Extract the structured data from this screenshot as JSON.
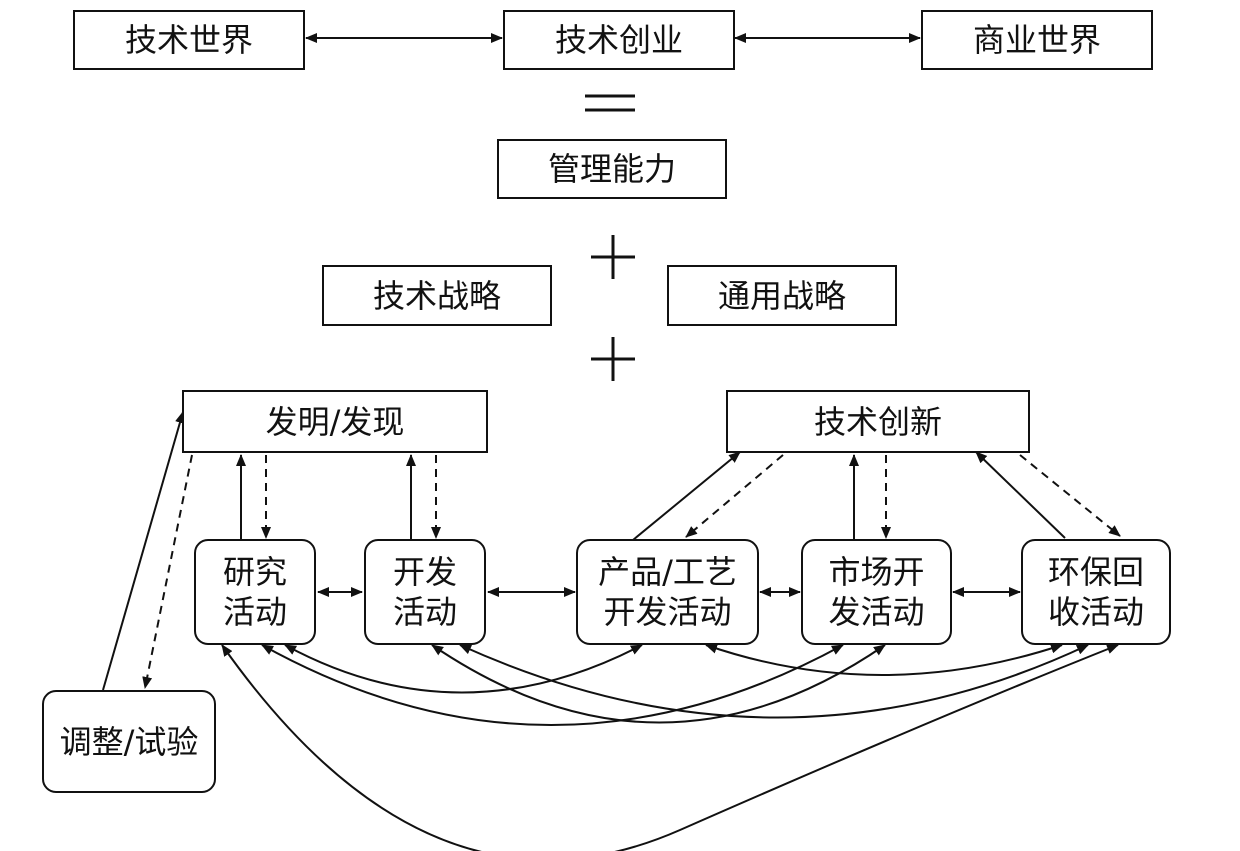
{
  "nodes": {
    "tech_world": "技术世界",
    "tech_venture": "技术创业",
    "business_world": "商业世界",
    "management": "管理能力",
    "tech_strategy": "技术战略",
    "general_strategy": "通用战略",
    "invention": "发明/发现",
    "tech_innovation": "技术创新",
    "research": "研究\n活动",
    "development": "开发\n活动",
    "product_process": "产品/工艺\n开发活动",
    "market_dev": "市场开\n发活动",
    "recycling": "环保回\n收活动",
    "adjust_test": "调整/试验"
  },
  "operators": {
    "equals": "=",
    "plus_1": "+",
    "plus_2": "+"
  }
}
